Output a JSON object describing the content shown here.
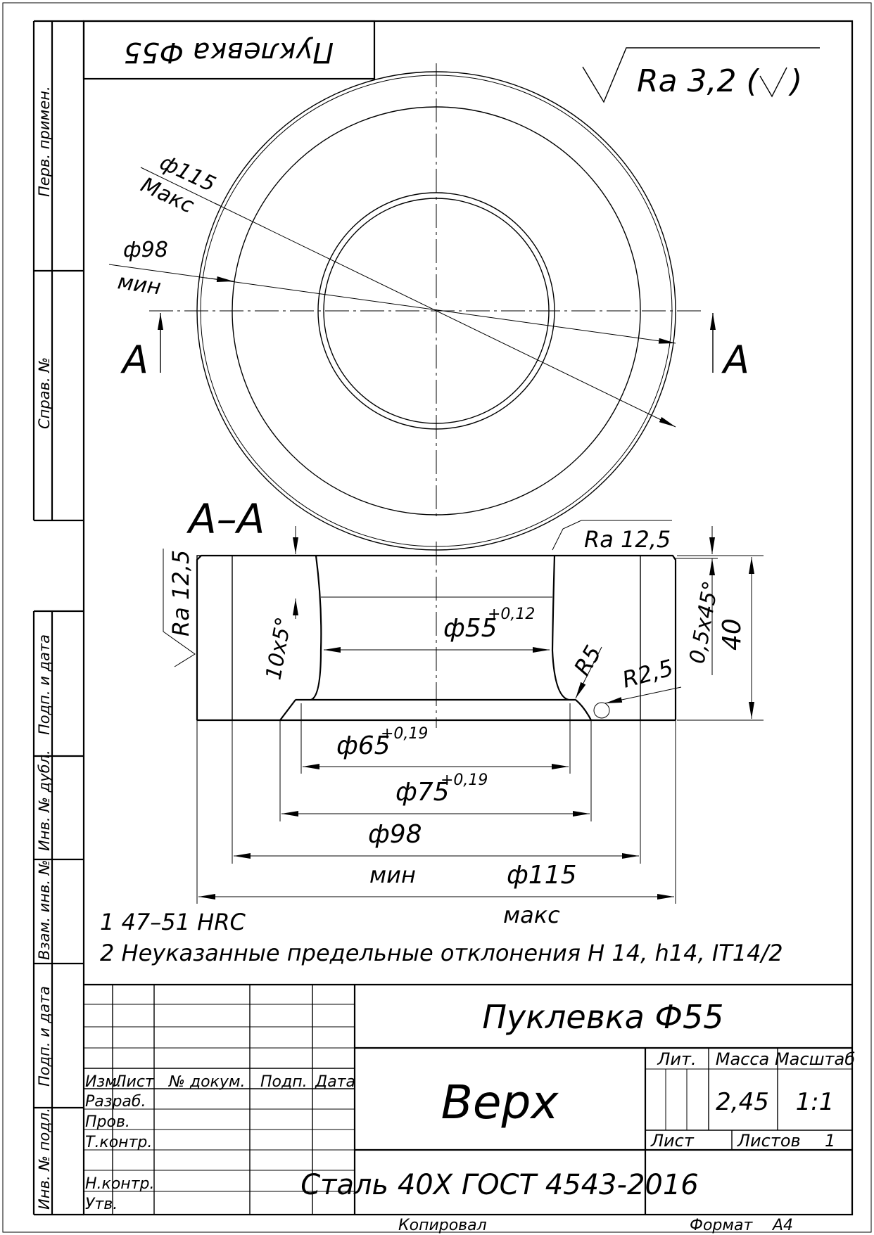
{
  "drawing": {
    "top_stamp": "Пуклевка Ф55",
    "roughness_general": "Ra 3,2 (",
    "roughness_general_close": ")",
    "section_label": "А",
    "section_title": "А–А",
    "dims_top": {
      "d115": "ф115",
      "d115_note": "Макс",
      "d98": "ф98",
      "d98_note": "мин"
    },
    "ra_top": "Ra 12,5",
    "ra_left": "Ra 12,5",
    "chamfer_left": "10x5°",
    "d55": "ф55",
    "d55_tol": "+0,12",
    "radius_r5": "R5",
    "radius_r25": "R2,5",
    "chamfer_right": "0,5x45°",
    "height": "40",
    "d65": "ф65",
    "d65_tol": "+0,19",
    "d75": "ф75",
    "d75_tol": "+0,19",
    "d98_bottom": "ф98",
    "d98_bottom_note": "мин",
    "d115_bottom": "ф115",
    "d115_bottom_note": "макс",
    "notes": [
      "1  47–51 HRC",
      "2  Неуказанные предельные отклонения H 14, h14, IT14/2"
    ]
  },
  "side_columns": {
    "perv_primen": "Перв. примен.",
    "sprav_no": "Справ. №",
    "podp_data_1": "Подп. и дата",
    "inv_dubl": "Инв. № дубл.",
    "vzam_inv": "Взам. инв. №",
    "podp_data_2": "Подп. и дата",
    "inv_podl": "Инв. № подл."
  },
  "title_block": {
    "document_name": "Пуклевка Ф55",
    "part_name": "Верх",
    "material": "Сталь 40Х ГОСТ 4543-2016",
    "headers": {
      "izm": "Изм.",
      "list": "Лист",
      "doc_no": "№ докум.",
      "podp": "Подп.",
      "data": "Дата"
    },
    "rows": {
      "razrab": "Разраб.",
      "prov": "Пров.",
      "tkontr": "Т.контр.",
      "nkontr": "Н.контр.",
      "utv": "Утв."
    },
    "lit_label": "Лит.",
    "mass_label": "Масса",
    "scale_label": "Масштаб",
    "mass_value": "2,45",
    "scale_value": "1:1",
    "sheet_label": "Лист",
    "sheets_label": "Листов",
    "sheets_value": "1"
  },
  "footer": {
    "copied": "Копировал",
    "format_label": "Формат",
    "format_value": "А4"
  }
}
